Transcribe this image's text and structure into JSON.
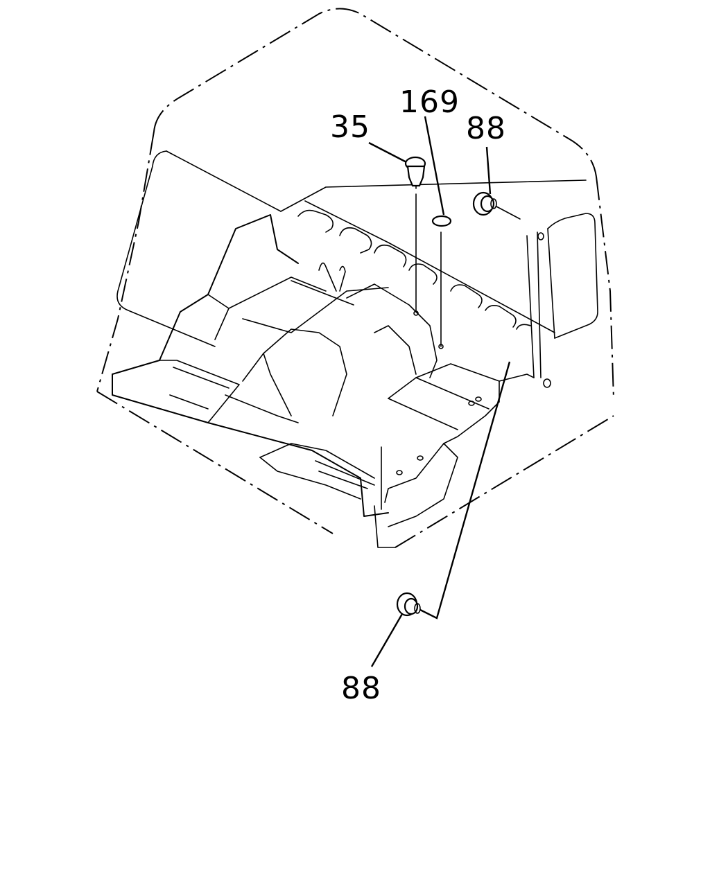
{
  "callouts": [
    {
      "id": "c35",
      "label": "35",
      "part": "clip-fastener"
    },
    {
      "id": "c169",
      "label": "169",
      "part": "plug"
    },
    {
      "id": "c88a",
      "label": "88",
      "part": "grommet"
    },
    {
      "id": "c88b",
      "label": "88",
      "part": "grommet"
    }
  ],
  "colors": {
    "line": "#000000",
    "background": "#ffffff"
  }
}
